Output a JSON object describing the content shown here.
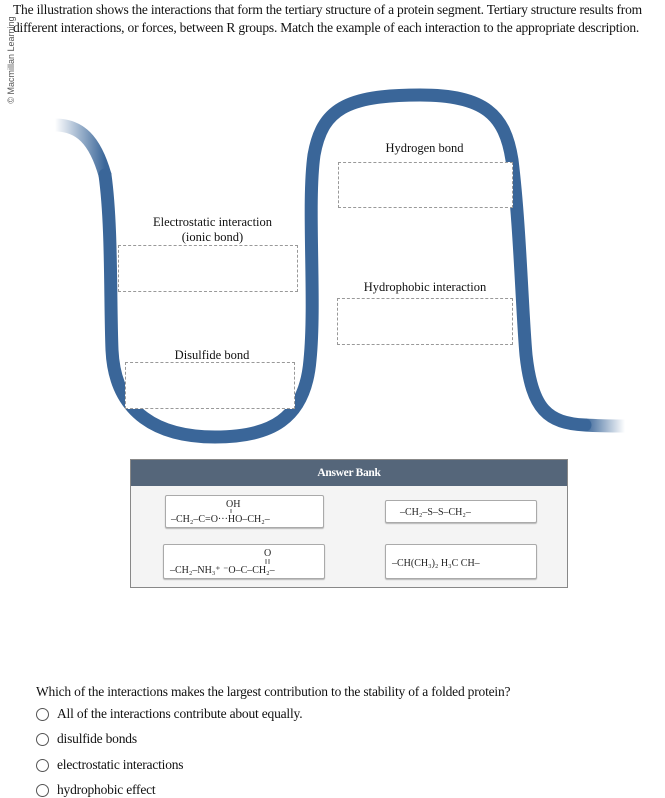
{
  "instructions": "The illustration shows the interactions that form the tertiary structure of a protein segment. Tertiary structure results from different interactions, or forces, between R groups. Match the example of each interaction to the appropriate description.",
  "copyright": "© Macmillan Learning",
  "targets": {
    "hydrogen_bond": "Hydrogen bond",
    "electrostatic_line1": "Electrostatic interaction",
    "electrostatic_line2": "(ionic bond)",
    "hydrophobic": "Hydrophobic interaction",
    "disulfide": "Disulfide bond"
  },
  "answer_bank": {
    "title": "Answer Bank",
    "chips": {
      "h_bond": {
        "oh": "OH",
        "formula": "–CH₂–C=O···HO–CH₂–"
      },
      "disulfide": {
        "formula": "–CH₂–S–S–CH₂–"
      },
      "ionic": {
        "o": "O",
        "formula": "–CH₂–NH₃⁺ ⁻O–C–CH₂–"
      },
      "hydrophobic": {
        "formula": "–CH(CH₃)₂ H₃C CH–"
      }
    }
  },
  "question": {
    "text": "Which of the interactions makes the largest contribution to the stability of a folded protein?",
    "options": [
      "All of the interactions contribute about equally.",
      "disulfide bonds",
      "electrostatic interactions",
      "hydrophobic effect"
    ]
  },
  "colors": {
    "chain": "#3a6699",
    "bank_header": "#55667a"
  }
}
